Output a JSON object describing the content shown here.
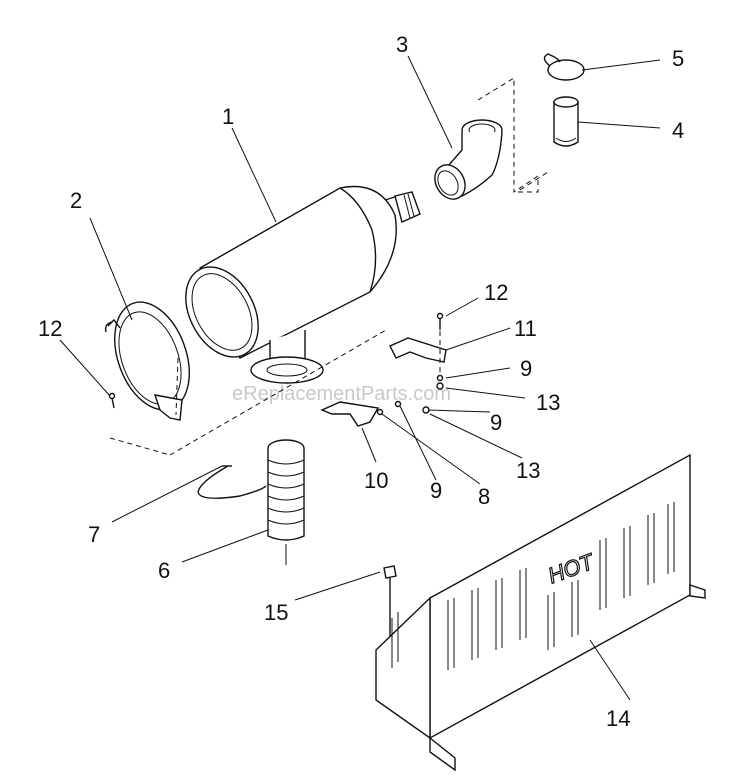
{
  "watermark": "eReplacementParts.com",
  "hot_label": "HOT",
  "callouts": {
    "c1": "1",
    "c2": "2",
    "c3": "3",
    "c4": "4",
    "c5": "5",
    "c6": "6",
    "c7": "7",
    "c8": "8",
    "c9a": "9",
    "c9b": "9",
    "c9c": "9",
    "c10": "10",
    "c11": "11",
    "c12a": "12",
    "c12b": "12",
    "c13a": "13",
    "c13b": "13",
    "c14": "14",
    "c15": "15"
  }
}
